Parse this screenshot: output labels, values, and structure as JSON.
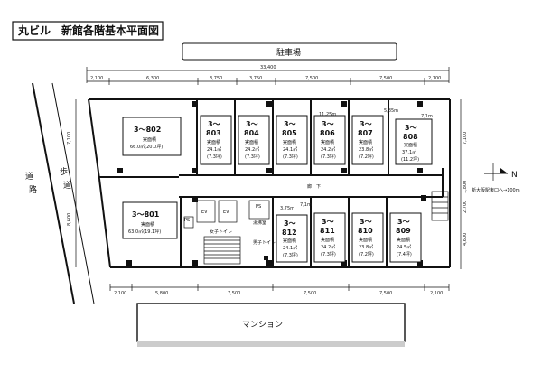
{
  "title": "丸ビル　新館各階基本平面図",
  "parking": "駐車場",
  "mansion": "マンション",
  "corridor": "廊　下",
  "road": "道\n路",
  "road_chars": [
    "道",
    "路"
  ],
  "sidewalk_chars": [
    "歩",
    "道"
  ],
  "station": "新大阪駅東口へ→100m",
  "north": "N",
  "dims_top": {
    "total": "33,400",
    "segments": [
      "2,100",
      "6,300",
      "3,750",
      "3,750",
      "7,500",
      "7,500",
      "2,100"
    ]
  },
  "dims_bottom": {
    "segments": [
      "2,100",
      "5,800",
      "7,500",
      "7,500",
      "7,500",
      "2,100"
    ]
  },
  "dims_left": [
    "7,100",
    "8,600"
  ],
  "dims_right": [
    "7,100",
    "1,800",
    "2,700",
    "4,600"
  ],
  "inner_dims": [
    "11,25m",
    "5,85m",
    "7,1m",
    "3,75m",
    "7,1m"
  ],
  "rooms_top": [
    {
      "name": "3～802",
      "area": "66.0㎡(20.0坪)",
      "type": "実面積"
    },
    {
      "name": "3～\n803",
      "l1": "3～",
      "l2": "803",
      "type": "実面積",
      "area": "24.1㎡",
      "tsubo": "(7.3坪)"
    },
    {
      "name": "3～\n804",
      "l1": "3～",
      "l2": "804",
      "type": "実面積",
      "area": "24.2㎡",
      "tsubo": "(7.3坪)"
    },
    {
      "name": "3～\n805",
      "l1": "3～",
      "l2": "805",
      "type": "実面積",
      "area": "24.1㎡",
      "tsubo": "(7.3坪)"
    },
    {
      "name": "3～\n806",
      "l1": "3～",
      "l2": "806",
      "type": "実面積",
      "area": "24.2㎡",
      "tsubo": "(7.3坪)"
    },
    {
      "name": "3～\n807",
      "l1": "3～",
      "l2": "807",
      "type": "実面積",
      "area": "23.8㎡",
      "tsubo": "(7.2坪)"
    },
    {
      "name": "3～\n808",
      "l1": "3～",
      "l2": "808",
      "type": "実面積",
      "area": "37.1㎡",
      "tsubo": "(11.2坪)"
    }
  ],
  "rooms_bottom": [
    {
      "name": "3～801",
      "area": "63.0㎡(19.1坪)",
      "type": "実面積"
    },
    {
      "l1": "3～",
      "l2": "812",
      "type": "実面積",
      "area": "24.1㎡",
      "tsubo": "(7.3坪)"
    },
    {
      "l1": "3～",
      "l2": "811",
      "type": "実面積",
      "area": "24.2㎡",
      "tsubo": "(7.3坪)"
    },
    {
      "l1": "3～",
      "l2": "810",
      "type": "実面積",
      "area": "23.8㎡",
      "tsubo": "(7.2坪)"
    },
    {
      "l1": "3～",
      "l2": "809",
      "type": "実面積",
      "area": "24.5㎡",
      "tsubo": "(7.4坪)"
    }
  ],
  "service": {
    "ev": "EV",
    "ps": "PS",
    "kitchen": "湯沸室",
    "toilet_m": "男子トイレ",
    "toilet_f": "女子トイレ"
  }
}
